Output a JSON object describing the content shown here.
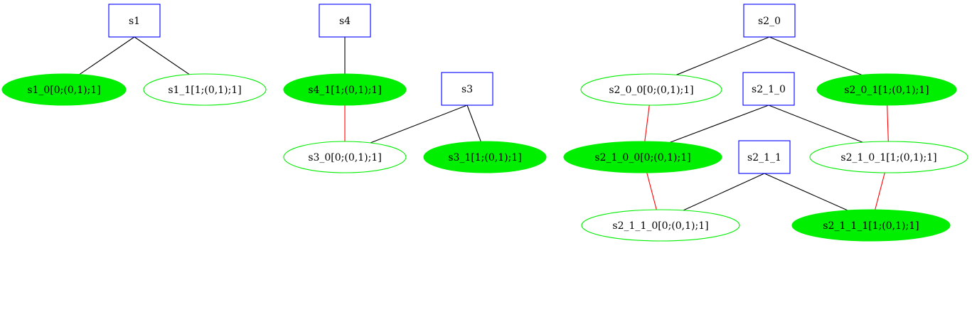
{
  "colors": {
    "rect_stroke": "#0000ff",
    "ellipse_stroke": "#00ee00",
    "ellipse_fill": "#00ee00",
    "black_edge": "#000000",
    "red_edge": "#ff0000",
    "text": "#000000"
  },
  "nodes": [
    {
      "id": "s1",
      "label": "s1",
      "shape": "box",
      "filled": false
    },
    {
      "id": "s1_0",
      "label": "s1_0[0;(0,1);1]",
      "shape": "ellipse",
      "filled": true
    },
    {
      "id": "s1_1",
      "label": "s1_1[1;(0,1);1]",
      "shape": "ellipse",
      "filled": false
    },
    {
      "id": "s4",
      "label": "s4",
      "shape": "box",
      "filled": false
    },
    {
      "id": "s4_1",
      "label": "s4_1[1;(0,1);1]",
      "shape": "ellipse",
      "filled": true
    },
    {
      "id": "s3",
      "label": "s3",
      "shape": "box",
      "filled": false
    },
    {
      "id": "s3_0",
      "label": "s3_0[0;(0,1);1]",
      "shape": "ellipse",
      "filled": false
    },
    {
      "id": "s3_1",
      "label": "s3_1[1;(0,1);1]",
      "shape": "ellipse",
      "filled": true
    },
    {
      "id": "s2_0",
      "label": "s2_0",
      "shape": "box",
      "filled": false
    },
    {
      "id": "s2_0_0",
      "label": "s2_0_0[0;(0,1);1]",
      "shape": "ellipse",
      "filled": false
    },
    {
      "id": "s2_0_1",
      "label": "s2_0_1[1;(0,1);1]",
      "shape": "ellipse",
      "filled": true
    },
    {
      "id": "s2_1_0",
      "label": "s2_1_0",
      "shape": "box",
      "filled": false
    },
    {
      "id": "s2_1_0_0",
      "label": "s2_1_0_0[0;(0,1);1]",
      "shape": "ellipse",
      "filled": true
    },
    {
      "id": "s2_1_0_1",
      "label": "s2_1_0_1[1;(0,1);1]",
      "shape": "ellipse",
      "filled": false
    },
    {
      "id": "s2_1_1",
      "label": "s2_1_1",
      "shape": "box",
      "filled": false
    },
    {
      "id": "s2_1_1_0",
      "label": "s2_1_1_0[0;(0,1);1]",
      "shape": "ellipse",
      "filled": false
    },
    {
      "id": "s2_1_1_1",
      "label": "s2_1_1_1[1;(0,1);1]",
      "shape": "ellipse",
      "filled": true
    }
  ],
  "edges": [
    {
      "from": "s1",
      "to": "s1_0",
      "color": "black"
    },
    {
      "from": "s1",
      "to": "s1_1",
      "color": "black"
    },
    {
      "from": "s4",
      "to": "s4_1",
      "color": "black"
    },
    {
      "from": "s4_1",
      "to": "s3_0",
      "color": "red"
    },
    {
      "from": "s3",
      "to": "s3_0",
      "color": "black"
    },
    {
      "from": "s3",
      "to": "s3_1",
      "color": "black"
    },
    {
      "from": "s2_0",
      "to": "s2_0_0",
      "color": "black"
    },
    {
      "from": "s2_0",
      "to": "s2_0_1",
      "color": "black"
    },
    {
      "from": "s2_0_0",
      "to": "s2_1_0_0",
      "color": "red"
    },
    {
      "from": "s2_0_1",
      "to": "s2_1_0_1",
      "color": "red"
    },
    {
      "from": "s2_1_0",
      "to": "s2_1_0_0",
      "color": "black"
    },
    {
      "from": "s2_1_0",
      "to": "s2_1_0_1",
      "color": "black"
    },
    {
      "from": "s2_1_0_0",
      "to": "s2_1_1_0",
      "color": "red"
    },
    {
      "from": "s2_1_0_1",
      "to": "s2_1_1_1",
      "color": "red"
    },
    {
      "from": "s2_1_1",
      "to": "s2_1_1_0",
      "color": "black"
    },
    {
      "from": "s2_1_1",
      "to": "s2_1_1_1",
      "color": "black"
    }
  ]
}
